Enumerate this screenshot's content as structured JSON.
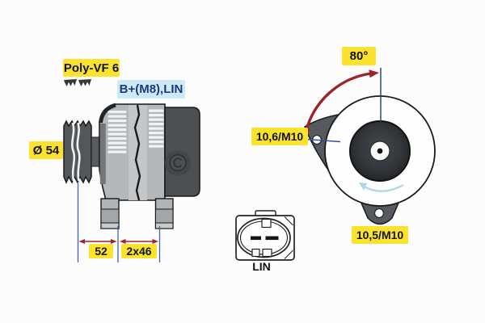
{
  "colors": {
    "highlight_yellow": "#fbe32d",
    "highlight_blue": "#cde9f6",
    "label_text": "#131313",
    "terminal_text": "#1b3a7c",
    "arrow_red": "#9e2130",
    "dimension_blue": "#3d62aa",
    "rotation_cyan": "#aed6e3",
    "body_gray": "#b4b8bb",
    "cover_dark": "#4d5053"
  },
  "side_view": {
    "belt_label": "Poly-VF 6",
    "terminal_label": "B+(M8),LIN",
    "pulley_diameter": "Ø 54",
    "dim_pulley_offset": "52",
    "dim_mount_spacing": "2x46"
  },
  "rear_view": {
    "swing_angle": "80°",
    "top_hole": "10,6/M10",
    "bottom_hole": "10,5/M10"
  },
  "connector": {
    "label": "LIN"
  },
  "watermark": "©"
}
